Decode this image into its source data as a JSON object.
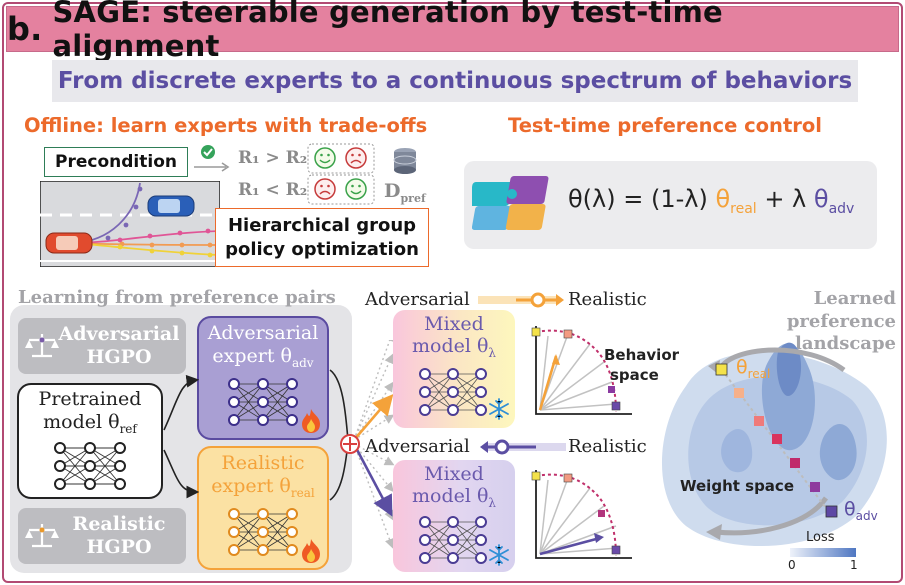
{
  "banner": {
    "letter": "b.",
    "title": "SAGE: steerable generation by test-time alignment"
  },
  "subtitle": "From discrete experts to a continuous spectrum of behaviors",
  "offline": {
    "heading": "Offline: learn experts with trade-offs",
    "precondition": "Precondition",
    "rel1": "R₁ > R₂",
    "rel2": "R₁ < R₂",
    "dataset": "D",
    "dataset_sub": "pref",
    "hgpo_line1": "Hierarchical group",
    "hgpo_line2": "policy optimization"
  },
  "testtime": {
    "heading": "Test-time preference control",
    "eq_left": "θ(λ) = (1-λ) ",
    "eq_theta": "θ",
    "eq_real_sub": "real",
    "eq_plus": " + λ ",
    "eq_adv_sub": "adv"
  },
  "learning": {
    "heading": "Learning from preference pairs",
    "adv_hgpo_line1": "Adversarial",
    "adv_hgpo_line2": "HGPO",
    "real_hgpo_line1": "Realistic",
    "real_hgpo_line2": "HGPO",
    "pretrained_line1": "Pretrained",
    "pretrained_line2": "model θ",
    "pretrained_sub": "ref",
    "adv_expert_line1": "Adversarial",
    "adv_expert_line2": "expert θ",
    "adv_expert_sub": "adv",
    "real_expert_line1": "Realistic",
    "real_expert_line2": "expert θ",
    "real_expert_sub": "real"
  },
  "mixing": {
    "adversarial": "Adversarial",
    "realistic": "Realistic",
    "mixed_line1": "Mixed",
    "mixed_line2": "model θ",
    "mixed_sub": "λ",
    "behavior_line1": "Behavior",
    "behavior_line2": "space"
  },
  "landscape": {
    "heading_line1": "Learned preference",
    "heading_line2": "landscape",
    "weight_space": "Weight space",
    "theta_real": "θ",
    "theta_real_sub": "real",
    "theta_adv": "θ",
    "theta_adv_sub": "adv",
    "loss_label": "Loss",
    "loss_min": "0",
    "loss_max": "1"
  },
  "colors": {
    "adversarial": "#6a5aad",
    "realistic": "#f4a23a",
    "accent_red": "#d94040",
    "heading_orange": "#ec6a2b"
  }
}
